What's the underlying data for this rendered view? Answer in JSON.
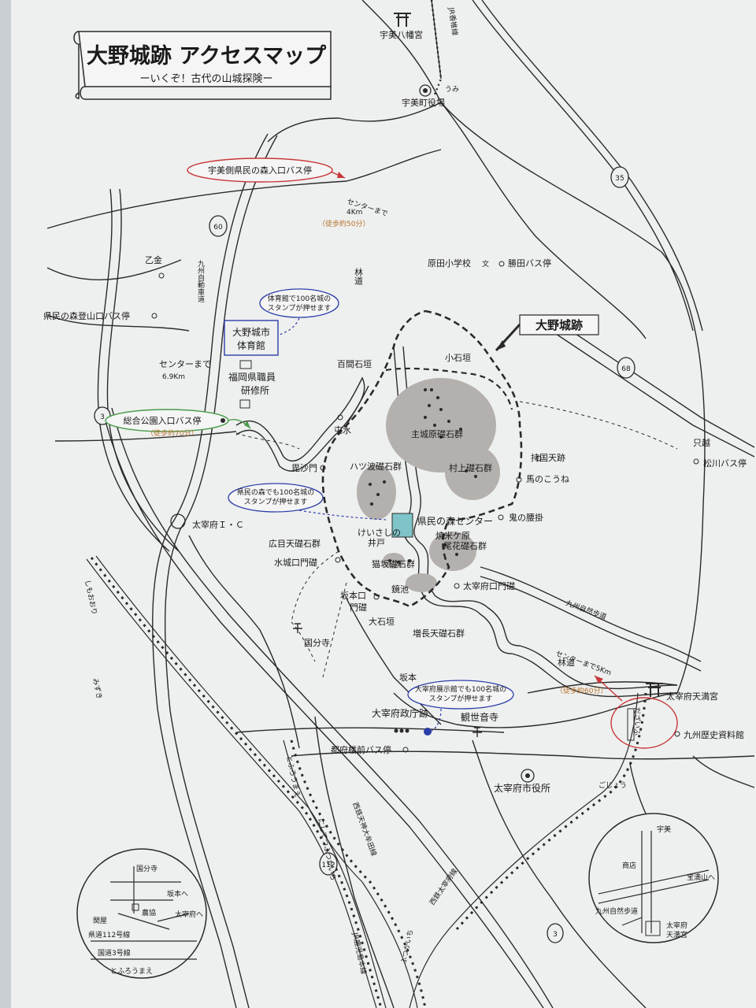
{
  "title": "大野城跡 アクセスマップ",
  "subtitle": "ーいくぞ！古代の山城探険ー",
  "castle_label": "大野城跡",
  "colors": {
    "paper": "#eef0ef",
    "ink": "#2a2a2a",
    "red": "#c8363a",
    "green": "#4a9a4a",
    "blue": "#2c3ea8",
    "stone": "#b3b0ae",
    "pond": "#7fc4c8",
    "orange": "#b8702a"
  },
  "route_numbers": {
    "r35": "35",
    "r60": "60",
    "r68": "68",
    "r3a": "3",
    "r112": "112",
    "r3b": "3"
  },
  "places": {
    "umi_hachimangu": "宇美八幡宮",
    "jr_kashii": "JR香椎線",
    "umi": "うみ",
    "umi_town_office": "宇美町役場",
    "otogane": "乙金",
    "yamaguchi_bus": "県民の森登山口バス停",
    "kyushu_expressway": "九州自動車道",
    "gym_line1": "大野城市",
    "gym_line2": "体育館",
    "center_69_line1": "センターまで",
    "center_69_line2": "6.9Km",
    "fukuoka_training_line1": "福岡県職員",
    "fukuoka_training_line2": "研修所",
    "harada_school": "原田小学校",
    "katsuta_bus": "勝田バス停",
    "rindo_north": "林道",
    "dazaifu_ic": "太宰府Ｉ・Ｃ",
    "tadagoe": "只越",
    "matsukawa_bus": "松川バス停",
    "jr_line_vertical": "JR鹿児島本線",
    "nishitetsu": "西鉄天神大牟田線",
    "nishitetsu_dazaifu": "西鉄太宰府線",
    "shimoori": "しもおおり",
    "mizuki": "みずき",
    "kokubunji": "国分寺",
    "sakamoto": "坂本",
    "tofuro_bus": "都府楼前バス停",
    "kanzeonji": "観世音寺",
    "dazaifu_seicho": "大宰府政庁跡",
    "dazaifu_city_office": "太宰府市役所",
    "tenmangu": "太宰府天満宮",
    "kyushu_museum": "九州歴史資料館",
    "dazaifu_station": "だざいふ",
    "gojo": "ごじょう",
    "futsukaichi": "ふつかいち",
    "nishitetsu_futsukaichi": "にしてつふつかいち",
    "tofuromae": "とふろうまえ",
    "tofuromae_station": "とふろうまえ",
    "kyushu_walk": "九州自然歩道",
    "rindo_south": "林道"
  },
  "callouts": {
    "umi_bus": "宇美側県民の森入口バス停",
    "sogokoen_bus": "総合公園入口バス停",
    "center_4km_line1": "センターまで",
    "center_4km_line2": "4Km",
    "walk_50": "（徒歩約50分）",
    "walk_70": "（徒歩約70分）",
    "center_5km": "センターまで5Km",
    "walk_60": "（徒歩約60分）",
    "stamp_gym_line1": "体育館で100名城の",
    "stamp_gym_line2": "スタンプが押せます",
    "stamp_forest_line1": "県民の森でも100名城の",
    "stamp_forest_line2": "スタンプが押せます",
    "stamp_museum_line1": "大宰府展示館でも100名城の",
    "stamp_museum_line2": "スタンプが押せます"
  },
  "castle_features": {
    "hyakken": "百間石垣",
    "koishigaki": "小石垣",
    "shujobaru": "主城原礎石群",
    "tonzui": "屯水",
    "bishamon": "毘沙門",
    "hattsunami": "ハツ波礎石群",
    "murakami": "村上礎石群",
    "mochida": "持国天跡",
    "umanokoune": "馬のこうね",
    "forest_center": "県民の森センター",
    "oninokoshikake": "鬼の腰掛",
    "yakigome": "焼米ケ原",
    "ofukaba": "尾花礎石群",
    "keisashi_line1": "けいさしの",
    "keisashi_line2": "井戸",
    "hirome": "広目天礎石群",
    "nekosaka": "猫坂礎石群",
    "mizuki_gate": "水城口門礎",
    "dazaifu_gate": "太宰府口門礎",
    "sakamoto_gate_line1": "坂本口",
    "sakamoto_gate_line2": "門礎",
    "kagamiike": "鏡池",
    "oishigaki": "大石垣",
    "zocho": "増長天礎石群"
  },
  "inset_left": {
    "kokubunji": "国分寺",
    "sakamoto": "坂本へ",
    "dazaifu": "太宰府へ",
    "noukyo": "農協",
    "kanya": "関屋",
    "route112": "県道112号線",
    "route3": "国道3号線",
    "tofuromae": "とふろうまえ"
  },
  "inset_right": {
    "umi": "宇美",
    "shop": "商店",
    "hokanzan": "宝満山へ",
    "walk": "九州自然歩道",
    "tenmangu_line1": "太宰府",
    "tenmangu_line2": "天満宮"
  }
}
